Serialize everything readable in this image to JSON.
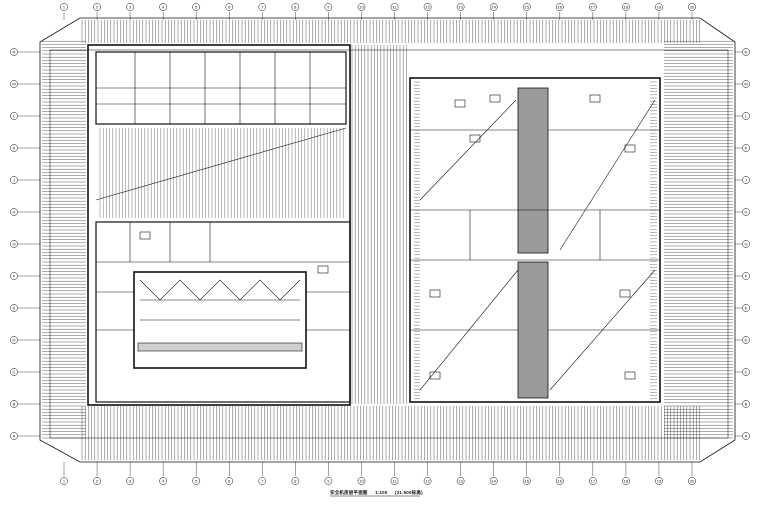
{
  "drawing": {
    "title": "安全机房层平面图",
    "scale": "1:100",
    "elevation_note": "(21.500标高)"
  },
  "grid": {
    "columns": [
      "1",
      "2",
      "3",
      "4",
      "5",
      "6",
      "7",
      "8",
      "9",
      "10",
      "11",
      "12",
      "13",
      "14",
      "15",
      "16",
      "17",
      "18",
      "19",
      "20"
    ],
    "rows": [
      "A",
      "B",
      "C",
      "D",
      "E",
      "F",
      "G",
      "H",
      "J",
      "K",
      "L",
      "M",
      "N"
    ]
  },
  "colors": {
    "ink": "#111111",
    "background": "#ffffff"
  }
}
